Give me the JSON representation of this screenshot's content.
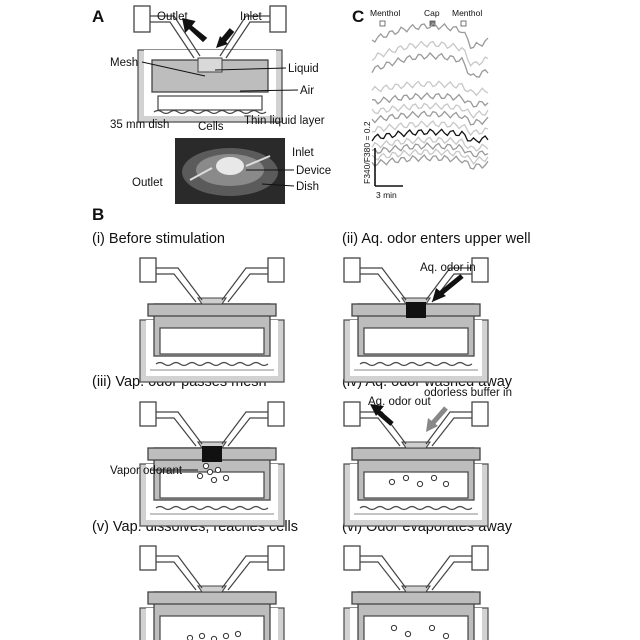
{
  "panels": {
    "a": "A",
    "b": "B",
    "c": "C"
  },
  "panel_a": {
    "outlet": "Outlet",
    "inlet": "Inlet",
    "mesh": "Mesh",
    "liquid": "Liquid",
    "air": "Air",
    "dish": "35 mm dish",
    "cells": "Cells",
    "thin_layer": "Thin liquid layer",
    "photo": {
      "inlet": "Inlet",
      "outlet": "Outlet",
      "device": "Device",
      "dish": "Dish"
    }
  },
  "panel_b": {
    "steps": [
      {
        "title": "(i) Before stimulation"
      },
      {
        "title": "(ii) Aq. odor enters upper well",
        "note": "Aq. odor in"
      },
      {
        "title": "(iii) Vap. odor passes mesh",
        "note": "Vapor odorant"
      },
      {
        "title": "(iv) Aq. odor washed away",
        "note_out": "Aq. odor out",
        "note_in": "odorless buffer in"
      },
      {
        "title": "(v) Vap. dissolves, reaches cells"
      },
      {
        "title": "(vi) Odor evaporates away"
      }
    ]
  },
  "panel_c": {
    "stimuli": [
      "Menthol",
      "Cap",
      "Menthol"
    ],
    "scale_y": "F340/F380 = 0.2",
    "scale_x": "3 min",
    "colors": {
      "highlight": "#111111",
      "traces": "#9a9a9a",
      "light": "#c8c8c8"
    }
  }
}
